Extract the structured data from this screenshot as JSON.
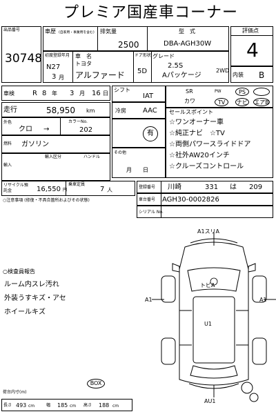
{
  "title": "プレミア国産車コーナー",
  "lot": {
    "label": "出品番号",
    "value": "30748"
  },
  "history": {
    "label": "車歴",
    "note": "(自家用・事業用を含む)"
  },
  "displacement": {
    "label": "排気量",
    "value": "2500"
  },
  "model_type": {
    "label": "型　式",
    "value": "DBA-AGH30W"
  },
  "score": {
    "label": "評価点",
    "value": "4"
  },
  "first_reg": {
    "label": "初度登録年月",
    "year": "N27",
    "month": "3",
    "month_unit": "月"
  },
  "maker": {
    "label": "車　名",
    "value": "トヨタ"
  },
  "car_name": "アルファード",
  "doors": {
    "label": "ドア形状",
    "value": "5D"
  },
  "grade": {
    "label": "グレード",
    "value": "2.5S",
    "sub": "Aパッケージ"
  },
  "drive": "2WD",
  "interior": {
    "label": "内装",
    "value": "B"
  },
  "inspection": {
    "label": "車検",
    "era": "R",
    "year": "8",
    "year_unit": "年",
    "month": "3",
    "month_unit": "月",
    "day": "16",
    "day_unit": "日"
  },
  "shift": {
    "label": "シフト",
    "value": "IAT"
  },
  "equip_left": [
    "SR",
    "カワ"
  ],
  "equip_right": [
    "PW",
    "PS",
    "TV",
    "ナビ",
    "エアB"
  ],
  "mileage": {
    "label": "走行",
    "value": "58,950",
    "unit": "km"
  },
  "aircon": {
    "label": "冷房",
    "value": "AAC"
  },
  "color": {
    "label": "外色",
    "value": "クロ",
    "arrow": "→",
    "code_label": "カラーNo.",
    "code": "202"
  },
  "fuel": {
    "label": "燃料",
    "value": "ガソリン"
  },
  "recycle_ok": "有",
  "import_row": {
    "label": "輸入",
    "sub": "輸入区分",
    "handle": "ハンドル"
  },
  "extra": {
    "label": "その他",
    "date": "月　　日"
  },
  "recycle": {
    "label": "リサイクル預託金",
    "value": "16,550",
    "unit": "円"
  },
  "capacity": {
    "label": "乗車定員",
    "value": "7",
    "unit": "人"
  },
  "plate": {
    "label": "登録番号",
    "value": "川崎",
    "num": "331",
    "kana": "は",
    "serial": "209"
  },
  "chassis": {
    "label": "車台番号",
    "value": "AGH30-0002826"
  },
  "serial": {
    "label": "シリアル No."
  },
  "notes_header": "○注意事項 (修復・不具合箇所およびその状態)",
  "sales_points": {
    "label": "セールスポイント",
    "items": [
      "☆ワンオーナー車",
      "☆純正ナビ　☆TV",
      "☆両側パワースライドドア",
      "☆社外AW20インチ",
      "☆クルーズコントロール"
    ]
  },
  "inspector": {
    "header": "○検査員報告",
    "lines": [
      "ルーム内スレ汚れ",
      "外装うすキズ・アセ",
      "ホイールキズ"
    ]
  },
  "diagram": {
    "front": "A1スリA",
    "hood_area": "トビA",
    "left": "A1",
    "right": "A1",
    "roof": "U1",
    "rear": "AU1"
  },
  "dims": {
    "label": "荷台内寸(m)",
    "box": "BOX",
    "length_label": "長さ",
    "length": "493",
    "width_label": "幅",
    "width": "185",
    "height_label": "高さ",
    "height": "188",
    "unit": "cm"
  }
}
